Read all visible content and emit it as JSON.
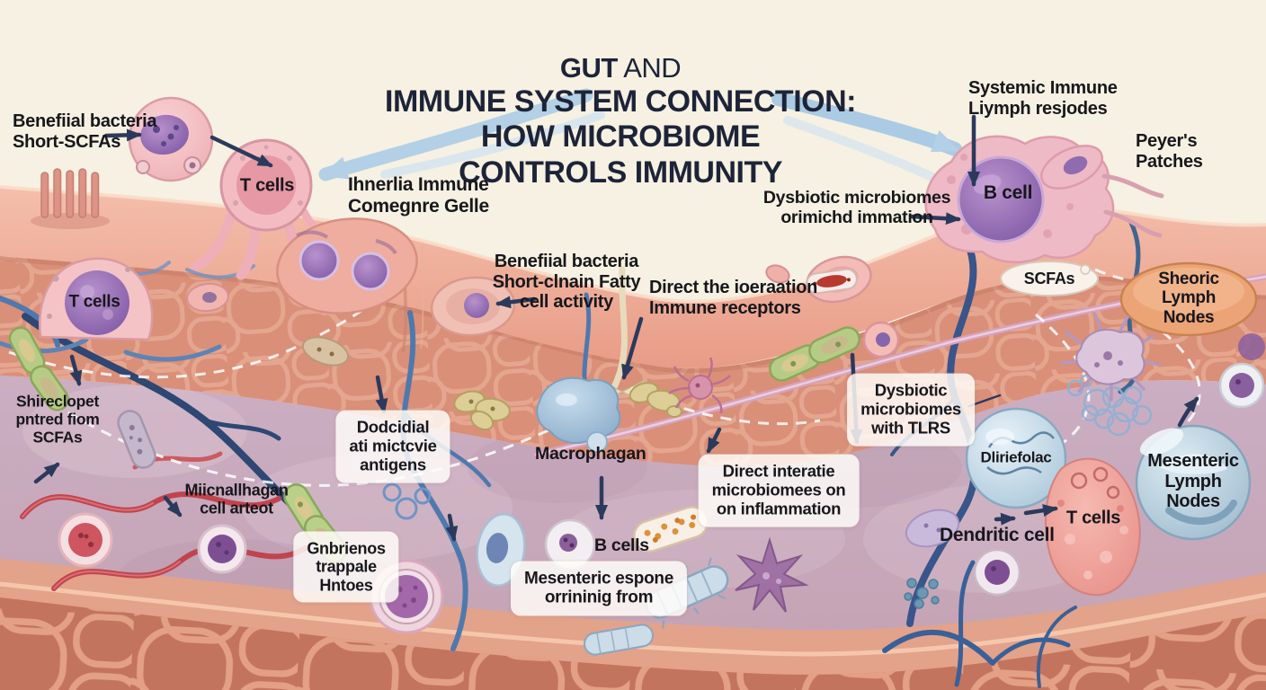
{
  "title": {
    "l1a": "GUT",
    "l1b": " AND",
    "l2": "IMMUNE SYSTEM CONNECTION:",
    "l3": "HOW MICROBIOME",
    "l4": "CONTROLS IMMUNITY"
  },
  "labels": {
    "benefiial_top": "Benefiial bacteria\nShort-SCFAs",
    "t_cells_top": "T cells",
    "t_cells_left": "T cells",
    "innerlia": "Ihnerlia Immune\nComegnre Gelle",
    "benefiial_mid": "Benefiial bacteria\nShort-clnain Fatty\ncell activity",
    "direct_receptors": "Direct the ioeraation\nImmune receptors",
    "systemic": "Systemic Immune\nLiymph resjodes",
    "peyers": "Peyer's Patches",
    "b_cell": "B cell",
    "dysbiotic_top": "Dysbiotic microbiomes\norimichd immation",
    "scfas": "SCFAs",
    "sheoric": "Sheoric Lymph\nNodes",
    "shireclopet": "Shireclopet\npntred fiom\nSCFAs",
    "miicnallhagan": "Miicnallhagan\ncell arteot",
    "dodcidial": "Dodcidial\nati mictcvie\nantigens",
    "macrophagan": "Macrophagan",
    "gnbrienos": "Gnbrienos\ntrappale\nHntoes",
    "b_cells_mid": "B cells",
    "mesenteric_espone": "Mesenteric espone\norrininig from",
    "dysbiotic_tlrs": "Dysbiotic\nmicrobiomes\nwith TLRS",
    "direct_interatie": "Direct interatie\nmicrobiomees on\non inflammation",
    "dliriefolac": "Dliriefolac",
    "mesenteric_nodes": "Mesenteric\nLymph Nodes",
    "t_cells_right": "T cells",
    "dendritic": "Dendritic cell"
  },
  "colors": {
    "background": "#f6f1e2",
    "gut_wall": "#eda896",
    "wall_deep": "#d98e78",
    "lamina_propria": "#c7a9be",
    "bottom_wall": "#c87a64",
    "title_ink": "#1d2438",
    "label_ink": "#17171c",
    "label_box": "#fffdf9",
    "vessel_blue": "#4f79ad",
    "vessel_navy": "#2e4773",
    "arrow_navy": "#2b3a5c",
    "swoosh_blue": "#b3d0e6",
    "lymph_node_orange": "#eca476",
    "bacteria_green": "#b6cc86",
    "nucleus_purple": "#8a5f9e",
    "worm_red": "#c0444e"
  }
}
